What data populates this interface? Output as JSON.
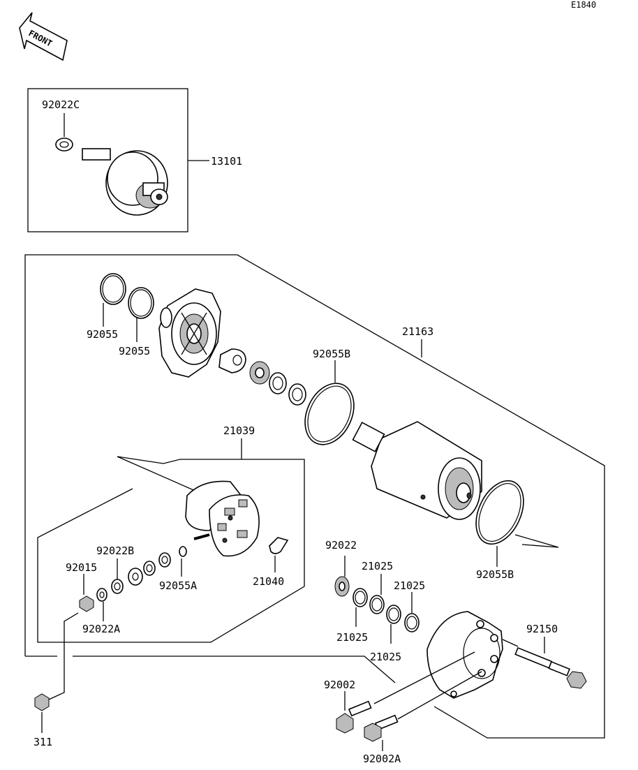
{
  "diagram_code": "E1840",
  "front_label": "FRONT",
  "labels": {
    "p92022C": "92022C",
    "p13101": "13101",
    "p92055a": "92055",
    "p92055b": "92055",
    "p21163": "21163",
    "p92055B_top": "92055B",
    "p21039": "21039",
    "p92022B": "92022B",
    "p92015": "92015",
    "p92055A": "92055A",
    "p21040": "21040",
    "p92022A": "92022A",
    "p92022": "92022",
    "p21025_1": "21025",
    "p21025_2": "21025",
    "p21025_3": "21025",
    "p21025_4": "21025",
    "p92055B_bot": "92055B",
    "p92150": "92150",
    "p92002": "92002",
    "p92002A": "92002A",
    "p311": "311"
  }
}
